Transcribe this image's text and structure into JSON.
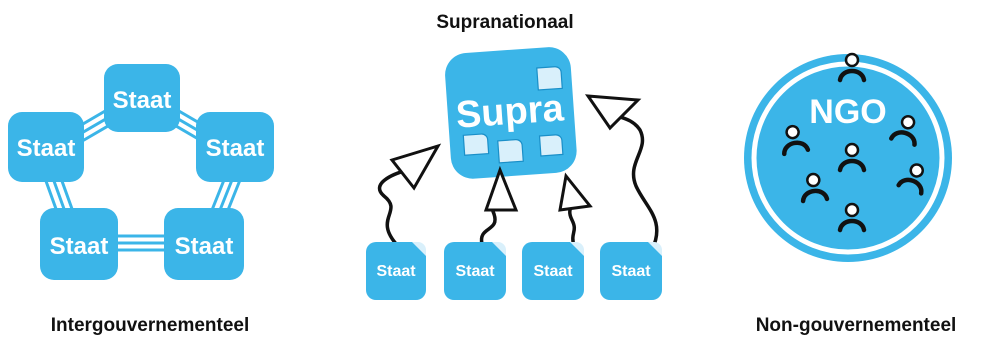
{
  "colors": {
    "accent": "#3bb5e8",
    "accent_dark": "#1a8fc8",
    "light": "#d9f0fb",
    "ink": "#111111"
  },
  "intergov": {
    "caption": "Intergouvernementeel",
    "node_labels": [
      "Staat",
      "Staat",
      "Staat",
      "Staat",
      "Staat"
    ]
  },
  "supranational": {
    "title": "Supranationaal",
    "center_label": "Supra",
    "state_labels": [
      "Staat",
      "Staat",
      "Staat",
      "Staat"
    ]
  },
  "ngo": {
    "caption": "Non-gouvernementeel",
    "circle_label": "NGO",
    "people_icon": "person-icon",
    "people_count": 7
  }
}
